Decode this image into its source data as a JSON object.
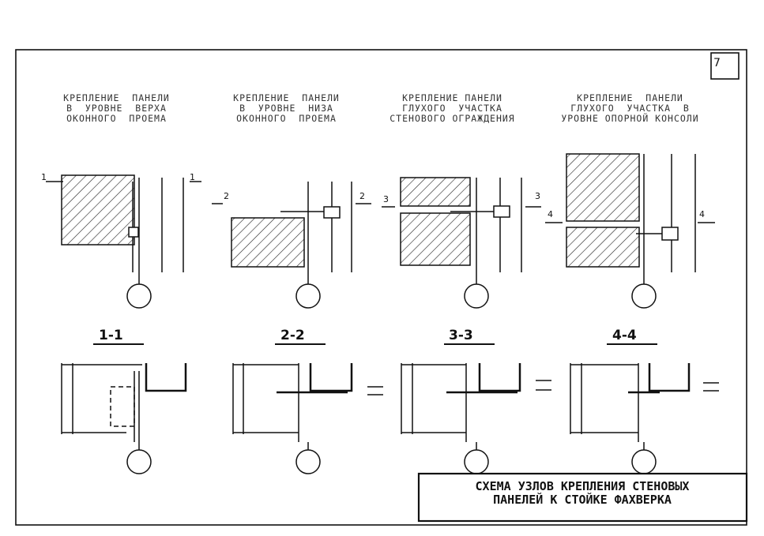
{
  "page_number": "7",
  "captions": [
    "КРЕПЛЕНИЕ  ПАНЕЛИ\nВ  УРОВНЕ  ВЕРХА\nОКОННОГО  ПРОЕМА",
    "КРЕПЛЕНИЕ  ПАНЕЛИ\nВ  УРОВНЕ  НИЗА\nОКОННОГО  ПРОЕМА",
    "КРЕПЛЕНИЕ ПАНЕЛИ\nГЛУХОГО  УЧАСТКА\nСТЕНОВОГО ОГРАЖДЕНИЯ",
    "КРЕПЛЕНИЕ  ПАНЕЛИ\nГЛУХОГО  УЧАСТКА  В\nУРОВНЕ ОПОРНОЙ КОНСОЛИ"
  ],
  "section_labels": [
    "1-1",
    "2-2",
    "3-3",
    "4-4"
  ],
  "cut_marks": [
    "1",
    "1",
    "2",
    "2",
    "3",
    "3",
    "4",
    "4"
  ],
  "title_block": {
    "line1": "СХЕМА  УЗЛОВ  КРЕПЛЕНИЯ СТЕНОВЫХ",
    "line2": "ПАНЕЛЕЙ  К  СТОЙКЕ  ФАХВЕРКА"
  }
}
